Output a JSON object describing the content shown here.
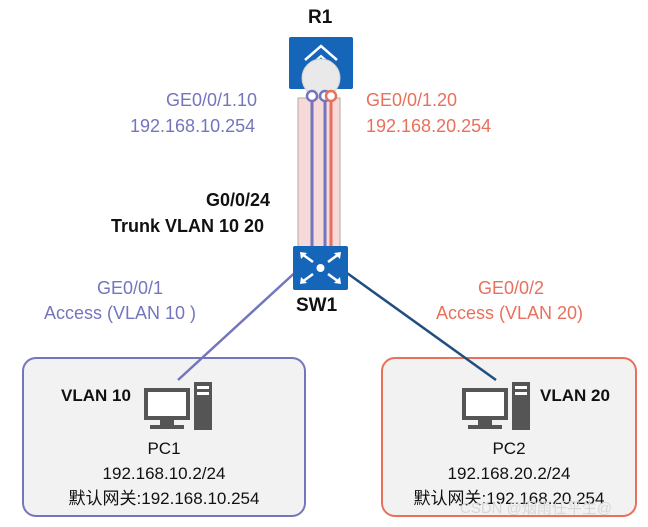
{
  "colors": {
    "vlan10": "#7375bd",
    "vlan20": "#e8705c",
    "device_blue": "#1565b8",
    "trunk_fill": "#f6d9d9",
    "uplink_navy": "#1f4f7e"
  },
  "router": {
    "name": "R1",
    "icon": "router-icon",
    "sub1_if": "GE0/0/1.10",
    "sub1_ip": "192.168.10.254",
    "sub2_if": "GE0/0/1.20",
    "sub2_ip": "192.168.20.254"
  },
  "switch": {
    "name": "SW1",
    "icon": "switch-icon",
    "trunk_port": "G0/0/24",
    "trunk_desc": "Trunk VLAN 10 20",
    "port1": "GE0/0/1",
    "port1_mode": "Access (VLAN 10 )",
    "port2": "GE0/0/2",
    "port2_mode": "Access (VLAN 20)"
  },
  "pc1": {
    "vlan": "VLAN 10",
    "name": "PC1",
    "ip": "192.168.10.2/24",
    "gateway": "默认网关:192.168.10.254",
    "icon": "pc-icon"
  },
  "pc2": {
    "vlan": "VLAN 20",
    "name": "PC2",
    "ip": "192.168.20.2/24",
    "gateway": "默认网关:192.168.20.254",
    "icon": "pc-icon"
  },
  "watermark": "CSDN @烟雨任平生@"
}
